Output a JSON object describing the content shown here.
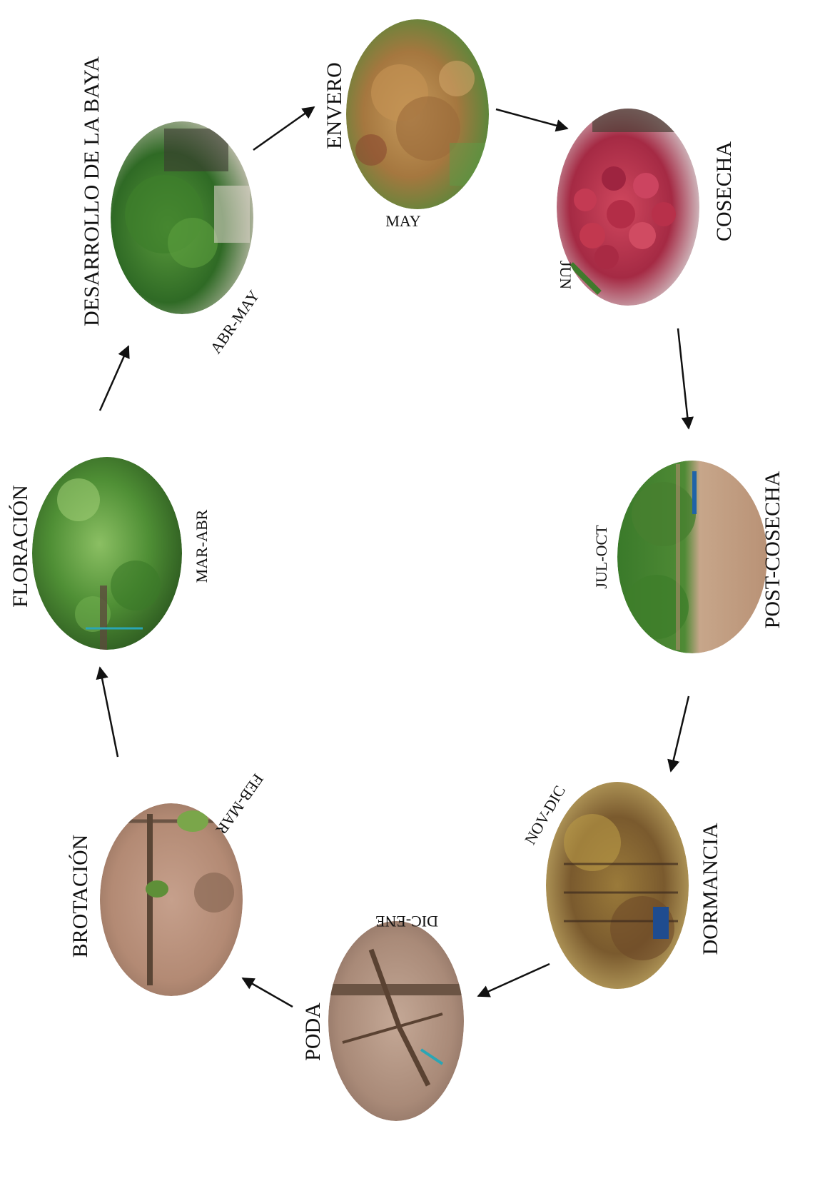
{
  "colors": {
    "soil": "#b38a70",
    "foliage": "#3f7a2c",
    "grape_red": "#b0324a",
    "grape_amber": "#b58a4e",
    "sky": "#dfe6e0",
    "wood": "#5b4a3c",
    "arrow": "#111111"
  },
  "stages": [
    {
      "id": "floracion",
      "name": "FLORACIÓN",
      "months": "MAR-ABR",
      "photo": "green-vine-foliage"
    },
    {
      "id": "desarrollo",
      "name": "DESARROLLO DE LA BAYA",
      "months": "ABR-MAY",
      "photo": "green-grape-cluster"
    },
    {
      "id": "envero",
      "name": "ENVERO",
      "months": "MAY",
      "photo": "ripening-grape-cluster"
    },
    {
      "id": "cosecha",
      "name": "COSECHA",
      "months": "JUN",
      "photo": "red-grape-cluster"
    },
    {
      "id": "postcosecha",
      "name": "POST-COSECHA",
      "months": "JUL-OCT",
      "photo": "vineyard-rows"
    },
    {
      "id": "dormancia",
      "name": "DORMANCIA",
      "months": "NOV-DIC",
      "photo": "autumn-vineyard"
    },
    {
      "id": "poda",
      "name": "PODA",
      "months": "DIC-ENE",
      "photo": "pruned-vine-trunk"
    },
    {
      "id": "brotacion",
      "name": "BROTACIÓN",
      "months": "FEB-MAR",
      "photo": "budding-shoot"
    }
  ]
}
